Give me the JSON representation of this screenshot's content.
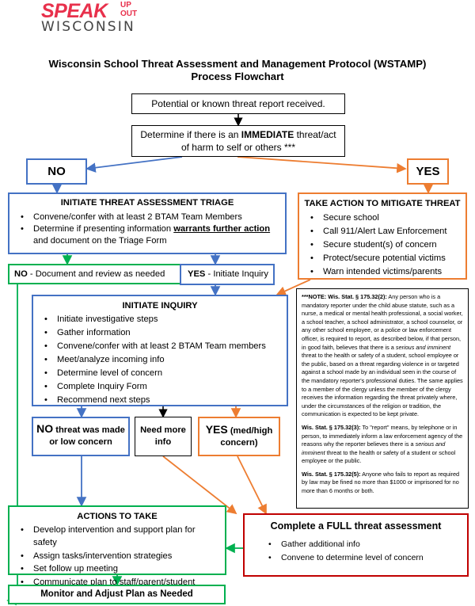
{
  "logo": {
    "speak": "SPEAK",
    "up": "UP",
    "out": "OUT",
    "state": "WISCONSIN",
    "brand_red": "#e8314c"
  },
  "title": {
    "line1": "Wisconsin School Threat Assessment and Management Protocol (WSTAMP)",
    "line2": "Process Flowchart"
  },
  "start": {
    "text": "Potential or known threat report received."
  },
  "immediate": {
    "before": "Determine if there is an ",
    "emphasis": "IMMEDIATE",
    "after": " threat/act of harm to self or others ***"
  },
  "no_label": "NO",
  "yes_label": "YES",
  "triage": {
    "title": "INITIATE THREAT ASSESSMENT TRIAGE",
    "item1": "Convene/confer with at least 2 BTAM Team Members",
    "item2_before": "Determine if presenting information ",
    "item2_emphasis": "warrants further action",
    "item2_after": " and document on the Triage Form"
  },
  "mitigate": {
    "title": "TAKE ACTION TO MITIGATE THREAT",
    "items": [
      "Secure school",
      "Call 911/Alert Law Enforcement",
      "Secure student(s) of concern",
      "Protect/secure potential victims",
      "Warn intended victims/parents"
    ]
  },
  "no_doc": {
    "bold": "NO",
    "text": " - Document and review as needed"
  },
  "yes_inquiry": {
    "bold": "YES",
    "text": " - Initiate Inquiry"
  },
  "inquiry": {
    "title": "INITIATE INQUIRY",
    "items": [
      "Initiate investigative steps",
      "Gather information",
      "Convene/confer with at least 2 BTAM Team members",
      "Meet/analyze incoming info",
      "Determine level of concern",
      "Complete Inquiry Form",
      "Recommend next steps"
    ]
  },
  "no_threat": {
    "bold": "NO",
    "rest": " threat was made or low concern"
  },
  "need_more": {
    "text": "Need more info"
  },
  "yes_med": {
    "bold": "YES",
    "rest": " (med/high concern)"
  },
  "note": {
    "p1_head": "***NOTE: Wis. Stat. § 175.32(2):",
    "p1_text_a": " Any person who is a mandatory reporter under the child abuse statute, such as a nurse, a medical or mental health professional, a social worker, a school teacher, a school administrator, a school counselor, or any other school employee, or a police or law enforcement officer, is required to report, as described below, if that person, in good faith, believes that there is a ",
    "p1_italic": "serious and imminent",
    "p1_text_b": " threat to the health or safety of a student, school employee or the public, based on a threat regarding violence in or targeted against a school made by an individual seen in the course of the mandatory reporter's professional duties. The same applies to a member of the clergy unless the member of the clergy receives the information regarding the threat privately where, under the circumstances of the religion or tradition, the communication is expected to be kept private.",
    "p2_head": "Wis. Stat. § 175.32(3):",
    "p2_text_a": " To \"report\" means, by telephone or in person, to immediately inform a law enforcement agency of the reasons why the reporter believes there is a ",
    "p2_italic": "serious and imminent",
    "p2_text_b": " threat to the health or safety of a student or school employee or the public.",
    "p3_head": "Wis. Stat. § 175.32(5):",
    "p3_text": " Anyone who fails to report as required by law may be fined no more than $1000 or imprisoned for no more than 6 months or both."
  },
  "actions": {
    "title": "ACTIONS TO TAKE",
    "items": [
      "Develop intervention and support plan for safety",
      "Assign tasks/intervention strategies",
      "Set follow up meeting",
      "Communicate plan to staff/parent/student"
    ]
  },
  "full": {
    "title": "Complete a FULL threat assessment",
    "items": [
      "Gather additional info",
      "Convene to determine level of concern"
    ]
  },
  "monitor": {
    "text": "Monitor and Adjust Plan as Needed"
  },
  "colors": {
    "blue": "#4472c4",
    "orange": "#ed7d31",
    "green": "#00b050",
    "red": "#c00000",
    "black": "#000000"
  }
}
